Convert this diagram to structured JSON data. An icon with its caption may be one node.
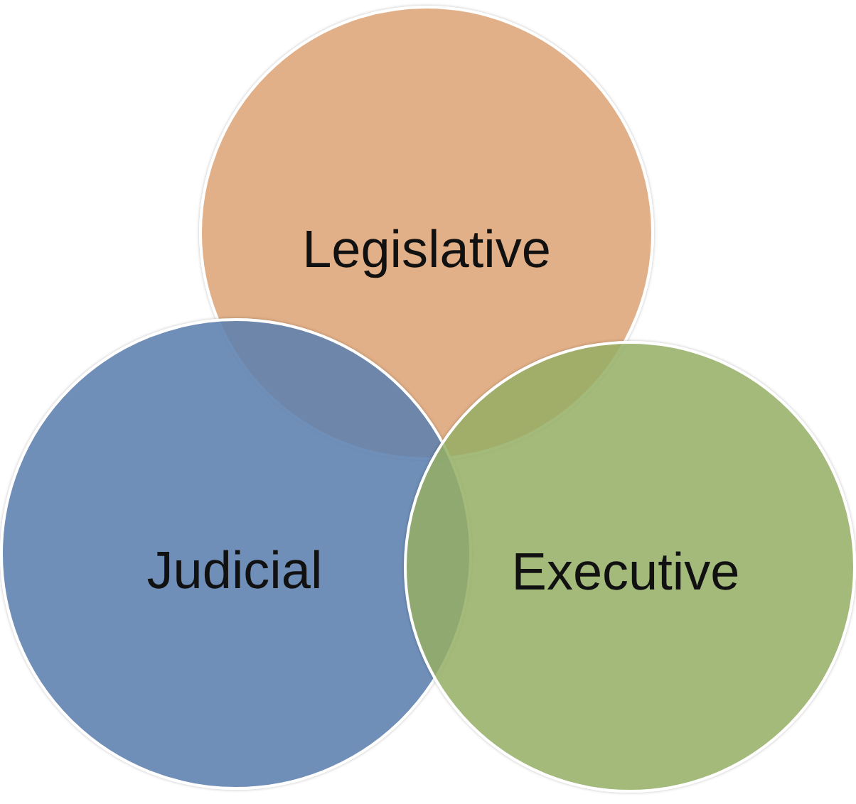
{
  "diagram": {
    "nodes": [
      {
        "text": [
          "Legislative"
        ]
      },
      {
        "text": [
          "Judicial"
        ]
      },
      {
        "text": [
          "Executive"
        ]
      }
    ]
  }
}
